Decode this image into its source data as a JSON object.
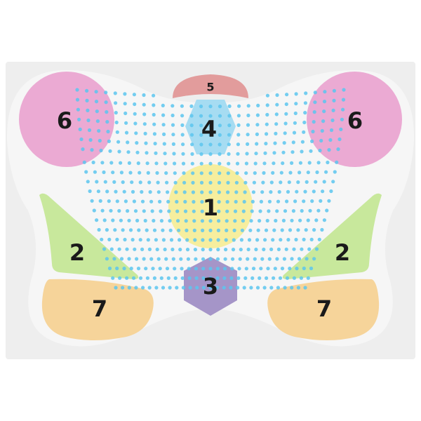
{
  "colors": {
    "frame": "#eeeeee",
    "cushion": "#f6f6f6",
    "dot": "#5cc6ee",
    "zone_1": "#f6ee9e",
    "zone_2": "#c8e89c",
    "zone_3": "#a595c8",
    "zone_4": "#a6dcf2",
    "zone_5": "#e29c9c",
    "zone_6": "#ebaad3",
    "zone_7": "#f6d49a"
  },
  "zones": {
    "z1": {
      "label": "1",
      "color_key": "zone_1"
    },
    "z2_left": {
      "label": "2",
      "color_key": "zone_2"
    },
    "z2_right": {
      "label": "2",
      "color_key": "zone_2"
    },
    "z3": {
      "label": "3",
      "color_key": "zone_3"
    },
    "z4": {
      "label": "4",
      "color_key": "zone_4"
    },
    "z5": {
      "label": "5",
      "color_key": "zone_5"
    },
    "z6_left": {
      "label": "6",
      "color_key": "zone_6"
    },
    "z6_right": {
      "label": "6",
      "color_key": "zone_6"
    },
    "z7_left": {
      "label": "7",
      "color_key": "zone_7"
    },
    "z7_right": {
      "label": "7",
      "color_key": "zone_7"
    }
  }
}
